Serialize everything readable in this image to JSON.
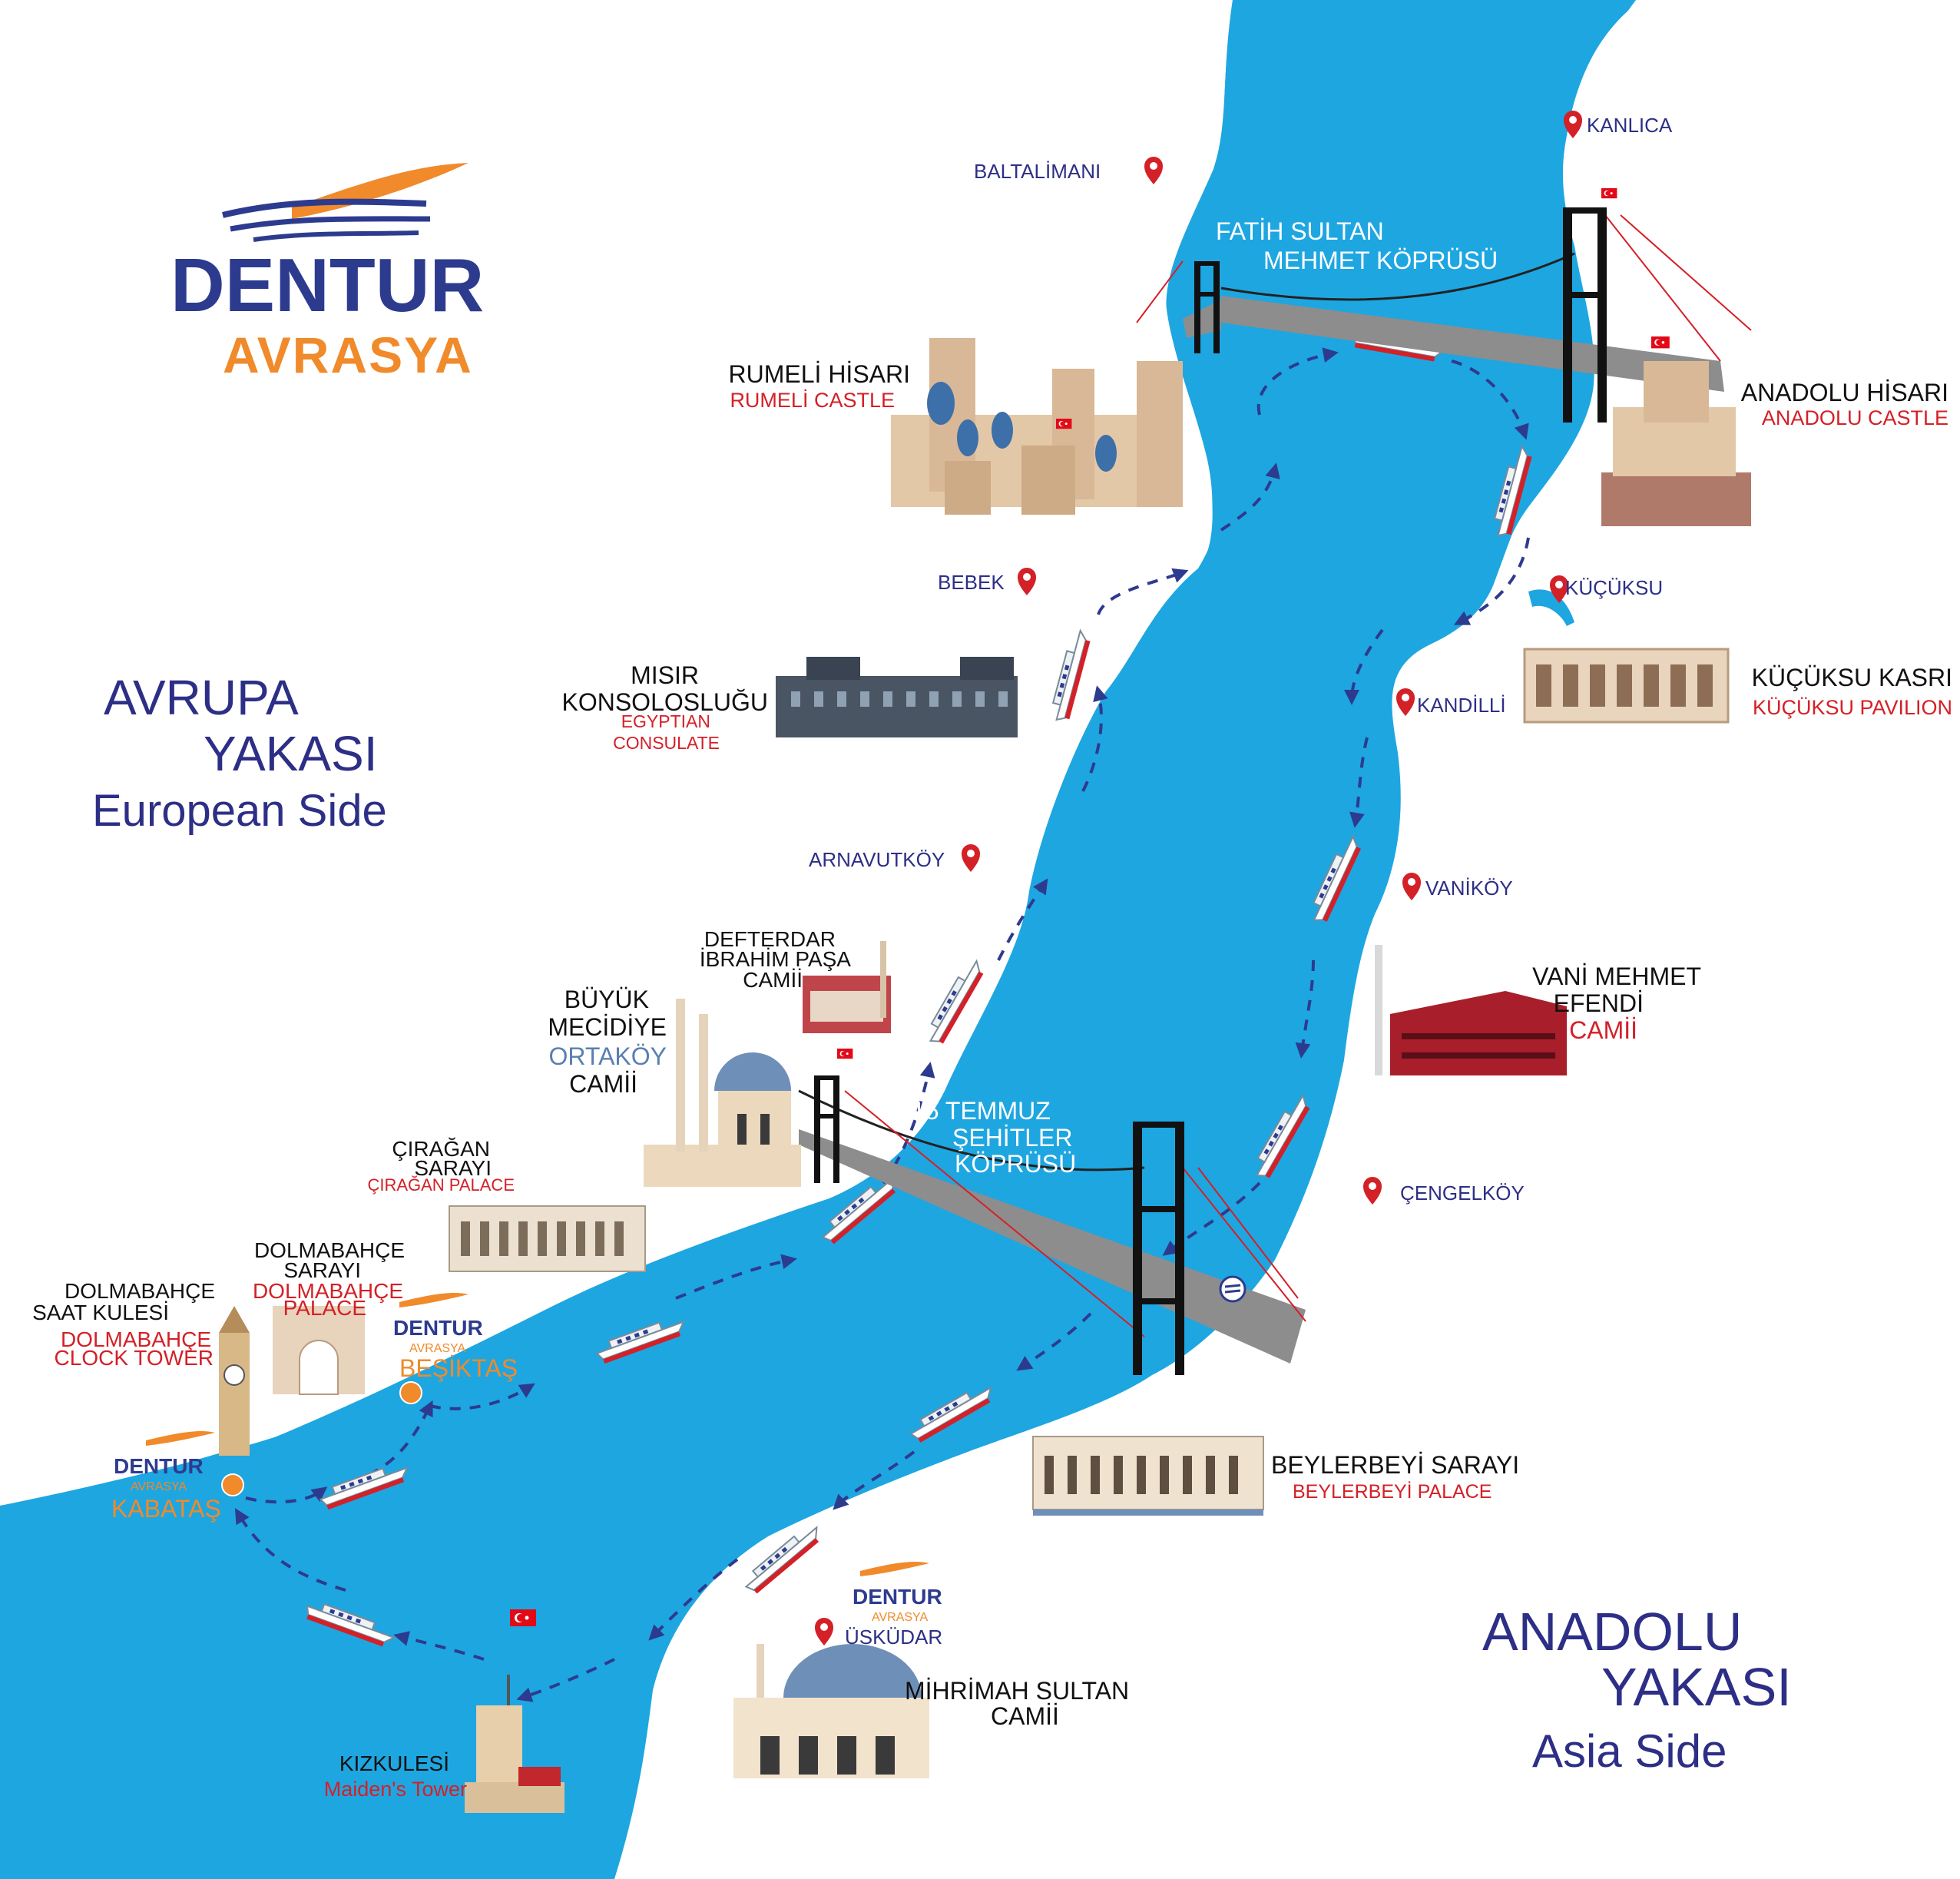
{
  "brand": {
    "name": "DENTUR",
    "sub": "AVRASYA",
    "color_primary": "#2d3b8f",
    "color_accent": "#f08a2a"
  },
  "colors": {
    "water": "#1ea6e1",
    "label_navy": "#2d2f86",
    "label_red": "#d42027",
    "route": "#2d3b8f"
  },
  "sides": {
    "europe": {
      "line1": "AVRUPA",
      "line2": "YAKASI",
      "english": "European Side"
    },
    "asia": {
      "line1": "ANADOLU",
      "line2": "YAKASI",
      "english": "Asia Side"
    }
  },
  "bridges": {
    "fsm": {
      "line1": "FATİH SULTAN",
      "line2": "MEHMET KÖPRÜSÜ"
    },
    "temmuz": {
      "line1": "15 TEMMUZ",
      "line2": "ŞEHİTLER",
      "line3": "KÖPRÜSÜ"
    }
  },
  "piers": {
    "besiktas": {
      "brand": "DENTUR",
      "sub": "AVRASYA",
      "name": "BEŞİKTAŞ"
    },
    "kabatas": {
      "brand": "DENTUR",
      "sub": "AVRASYA",
      "name": "KABATAŞ"
    },
    "uskudar": {
      "brand": "DENTUR",
      "sub": "AVRASYA",
      "name": "ÜSKÜDAR"
    }
  },
  "neighborhoods": {
    "baltalimani": "BALTALİMANI",
    "kanlica": "KANLICA",
    "bebek": "BEBEK",
    "kucuksu": "KÜÇÜKSU",
    "kandilli": "KANDİLLİ",
    "arnavutkoy": "ARNAVUTKÖY",
    "vanikoy": "VANİKÖY",
    "cengelkoy": "ÇENGELKÖY"
  },
  "landmarks": {
    "rumeli": {
      "tr": "RUMELİ HİSARI",
      "en": "RUMELİ CASTLE"
    },
    "anadolu": {
      "tr": "ANADOLU HİSARI",
      "en": "ANADOLU CASTLE"
    },
    "misir": {
      "l1": "MISIR",
      "l2": "KONSOLOSLUĞU",
      "en1": "EGYPTIAN",
      "en2": "CONSULATE"
    },
    "kucuksu": {
      "tr": "KÜÇÜKSU KASRI",
      "en": "KÜÇÜKSU PAVILION"
    },
    "defterdar": {
      "l1": "DEFTERDAR",
      "l2": "İBRAHİM PAŞA",
      "l3": "CAMİİ"
    },
    "ortakoy": {
      "l1": "BÜYÜK",
      "l2": "MECİDİYE",
      "l3": "ORTAKÖY",
      "l4": "CAMİİ"
    },
    "vani": {
      "l1": "VANİ MEHMET",
      "l2": "EFENDİ",
      "l3": "CAMİİ"
    },
    "ciragan": {
      "l1": "ÇIRAĞAN",
      "l2": "SARAYI",
      "en": "ÇIRAĞAN PALACE"
    },
    "dolmabahce": {
      "l1": "DOLMABAHÇE",
      "l2": "SARAYI",
      "en1": "DOLMABAHÇE",
      "en2": "PALACE"
    },
    "saat": {
      "l1": "DOLMABAHÇE",
      "l2": "SAAT KULESİ",
      "en1": "DOLMABAHÇE",
      "en2": "CLOCK TOWER"
    },
    "beylerbeyi": {
      "tr": "BEYLERBEYİ SARAYI",
      "en": "BEYLERBEYİ PALACE"
    },
    "kizkulesi": {
      "tr": "KIZKULESİ",
      "en": "Maiden's  Tower"
    },
    "mihrimah": {
      "l1": "MİHRİMAH SULTAN",
      "l2": "CAMİİ"
    }
  },
  "icons": [
    "map-pin-icon",
    "boat-icon",
    "turkish-flag-icon",
    "pier-marker-icon"
  ]
}
